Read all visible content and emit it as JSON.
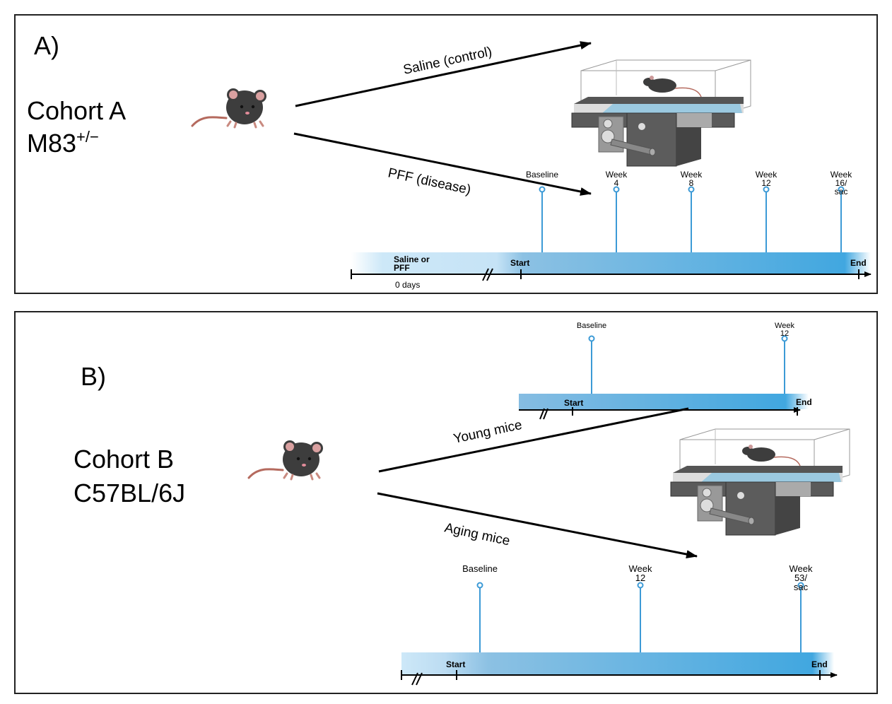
{
  "colors": {
    "timeline_light": "#cde8f8",
    "timeline_dark": "#41a7e0",
    "stem": "#3c9ad6",
    "axis": "#000000",
    "treadmill_dark": "#555555",
    "treadmill_belt": "#9bc9e0",
    "mouse_body": "#3d3d3d",
    "mouse_tail": "#b56a5e"
  },
  "panel_a": {
    "label": "A)",
    "cohort_line1": "Cohort A",
    "cohort_line2_base": "M83",
    "cohort_line2_sup": "+/−",
    "icons": {
      "mouse": "mouse-icon",
      "treadmill": "treadmill-icon"
    },
    "arrows": [
      {
        "label": "Saline (control)"
      },
      {
        "label": "PFF (disease)"
      }
    ],
    "timeline": {
      "pre_label_line1": "Saline or",
      "pre_label_line2": "PFF",
      "day_label": "0  days",
      "start_label": "Start",
      "end_label": "End",
      "timepoints": [
        {
          "line1": "Baseline",
          "line2": "",
          "line3": ""
        },
        {
          "line1": "Week",
          "line2": "4",
          "line3": ""
        },
        {
          "line1": "Week",
          "line2": "8",
          "line3": ""
        },
        {
          "line1": "Week",
          "line2": "12",
          "line3": ""
        },
        {
          "line1": "Week",
          "line2": "16/",
          "line3": "sac"
        }
      ]
    }
  },
  "panel_b": {
    "label": "B)",
    "cohort_line1": "Cohort B",
    "cohort_line2": "C57BL/6J",
    "icons": {
      "mouse": "mouse-icon",
      "treadmill": "treadmill-icon"
    },
    "arrows": [
      {
        "label": "Young mice"
      },
      {
        "label": "Aging mice"
      }
    ],
    "timeline_young": {
      "start_label": "Start",
      "end_label": "End",
      "timepoints": [
        {
          "line1": "Baseline",
          "line2": "",
          "line3": ""
        },
        {
          "line1": "Week",
          "line2": "12",
          "line3": ""
        }
      ]
    },
    "timeline_aging": {
      "start_label": "Start",
      "end_label": "End",
      "timepoints": [
        {
          "line1": "Baseline",
          "line2": "",
          "line3": ""
        },
        {
          "line1": "Week",
          "line2": "12",
          "line3": ""
        },
        {
          "line1": "Week",
          "line2": "53/",
          "line3": "sac"
        }
      ]
    }
  }
}
